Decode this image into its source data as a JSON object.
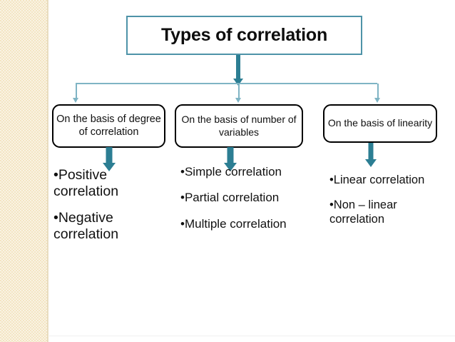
{
  "slide": {
    "title": "Types of correlation",
    "accent_teal": "#2c7e93",
    "accent_light_teal": "#7fb4c4",
    "sidebar_color": "#f3e5c3",
    "text_color": "#111111"
  },
  "branches": [
    {
      "id": "degree",
      "heading": "On the basis of degree of correlation",
      "items": [
        "•Positive correlation",
        "•Negative correlation"
      ]
    },
    {
      "id": "number-of-variables",
      "heading": "On the basis of number of variables",
      "items": [
        "•Simple correlation",
        "•Partial correlation",
        "•Multiple correlation"
      ]
    },
    {
      "id": "linearity",
      "heading": "On the basis of linearity",
      "items": [
        "•Linear correlation",
        "•Non – linear correlation"
      ]
    }
  ]
}
